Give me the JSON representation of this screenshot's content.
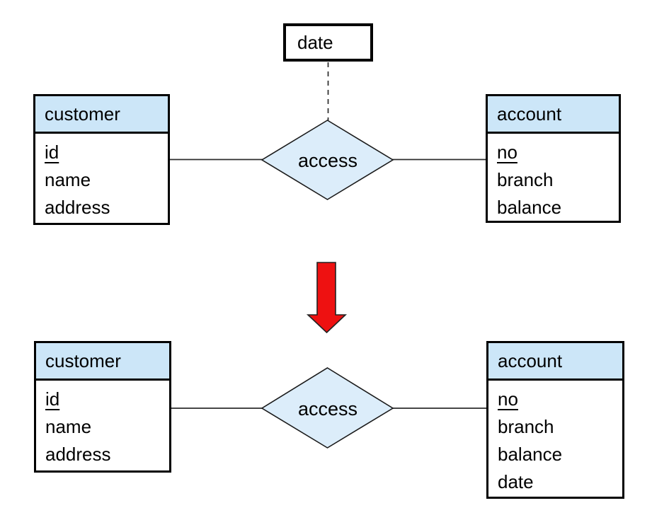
{
  "colors": {
    "entity_header_fill": "#cce6f8",
    "diamond_fill": "#dcedfa",
    "arrow_fill": "#ee1111",
    "arrow_outline": "#222222",
    "border": "#000000",
    "connector": "#2b2b2b",
    "background": "#ffffff"
  },
  "transform_arrow": {
    "direction": "down"
  },
  "diagrams": [
    {
      "id": "before",
      "relationship": {
        "label": "access"
      },
      "relationship_attribute": {
        "label": "date"
      },
      "entities": [
        {
          "title": "customer",
          "key": "id",
          "attributes": [
            "id",
            "name",
            "address"
          ]
        },
        {
          "title": "account",
          "key": "no",
          "attributes": [
            "no",
            "branch",
            "balance"
          ]
        }
      ]
    },
    {
      "id": "after",
      "relationship": {
        "label": "access"
      },
      "entities": [
        {
          "title": "customer",
          "key": "id",
          "attributes": [
            "id",
            "name",
            "address"
          ]
        },
        {
          "title": "account",
          "key": "no",
          "attributes": [
            "no",
            "branch",
            "balance",
            "date"
          ]
        }
      ]
    }
  ]
}
